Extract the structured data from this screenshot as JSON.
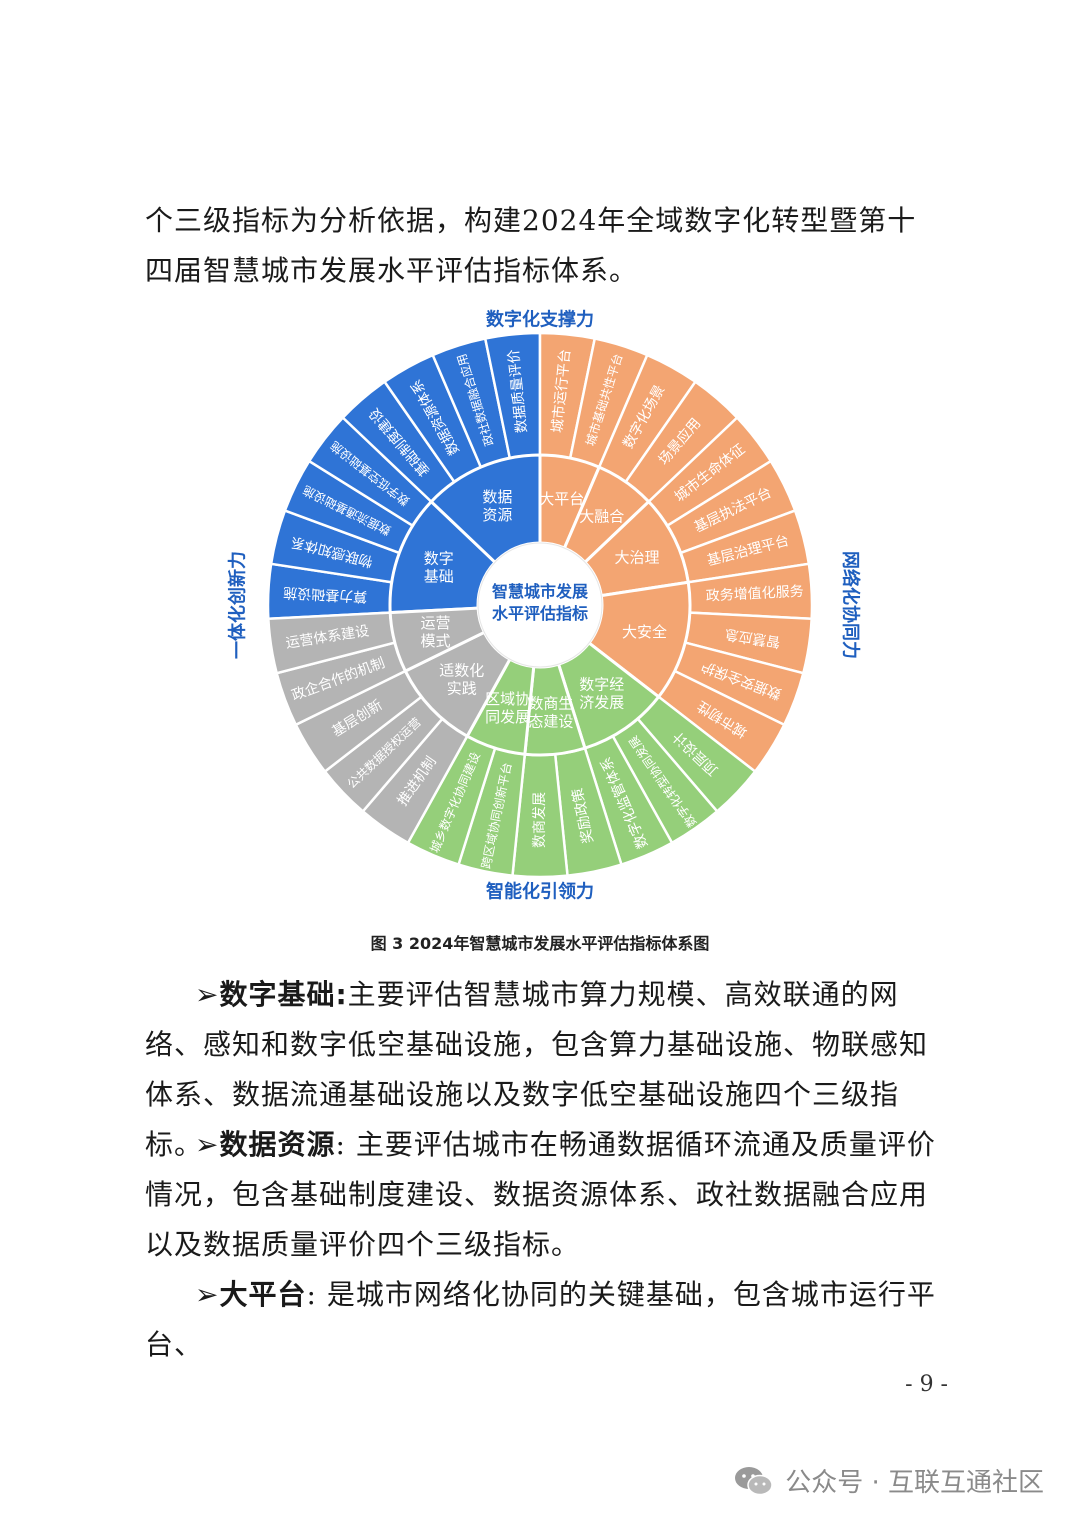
{
  "intro": "个三级指标为分析依据，构建2024年全域数字化转型暨第十四届智慧城市发展水平评估指标体系。",
  "diagram": {
    "center": [
      "智慧城市发展",
      "水平评估指标"
    ],
    "categories": {
      "top": "数字化支撑力",
      "right": "网络化协同力",
      "bottom": "智能化引领力",
      "left": "一体化创新力"
    },
    "colors": {
      "blue": "#2f74d6",
      "orange": "#f3a572",
      "green": "#95cf7a",
      "gray": "#b4b4b4",
      "category_text": "#1f5fbf"
    },
    "groups": [
      {
        "name": "数字基础",
        "color": "blue",
        "items": [
          "算力基础设施",
          "物联感知体系",
          "数据流通基础设施",
          "数字低空基础设施"
        ]
      },
      {
        "name": "数据资源",
        "color": "blue",
        "items": [
          "基础制度建设",
          "数据资源体系",
          "政社数据融合应用",
          "数据质量评价"
        ]
      },
      {
        "name": "大平台",
        "color": "orange",
        "items": [
          "城市运行平台",
          "城市基础共性平台"
        ]
      },
      {
        "name": "大融合",
        "color": "orange",
        "items": [
          "数字化场景",
          "场景应用"
        ]
      },
      {
        "name": "大治理",
        "color": "orange",
        "items": [
          "城市生命体征",
          "基层执法平台",
          "基层治理平台"
        ]
      },
      {
        "name": "大安全",
        "color": "orange",
        "items": [
          "政务增值化服务",
          "智慧应急",
          "数据安全保护",
          "城市韧性"
        ]
      },
      {
        "name": "数字经济发展",
        "color": "green",
        "items": [
          "顶层设计",
          "数字化转型协同发展",
          "数字化监管体系"
        ]
      },
      {
        "name": "数商生态建设",
        "color": "green",
        "items": [
          "奖励政策",
          "数商发展"
        ]
      },
      {
        "name": "区域协同发展",
        "color": "green",
        "items": [
          "跨区域协同创新平台",
          "城乡数字化协同建设"
        ]
      },
      {
        "name": "适数化实践",
        "color": "gray",
        "items": [
          "推进机制",
          "公共数据授权运营",
          "基层创新"
        ]
      },
      {
        "name": "运营模式",
        "color": "gray",
        "items": [
          "政企合作的机制",
          "运营体系建设"
        ]
      }
    ]
  },
  "caption": "图 3 2024年智慧城市发展水平评估指标体系图",
  "paragraphs": [
    {
      "bullet": "➢",
      "term": "数字基础:",
      "text": "主要评估智慧城市算力规模、高效联通的网络、感知和数字低空基础设施，包含算力基础设施、物联感知体系、数据流通基础设施以及数字低空基础设施四个三级指标。"
    },
    {
      "bullet": "➢",
      "term": "数据资源",
      "text": ": 主要评估城市在畅通数据循环流通及质量评价情况，包含基础制度建设、数据资源体系、政社数据融合应用以及数据质量评价四个三级指标。"
    },
    {
      "bullet": "➢",
      "term": "大平台",
      "text": ": 是城市网络化协同的关键基础，包含城市运行平台、"
    }
  ],
  "page_number": "- 9 -",
  "watermark": "公众号 · 互联互通社区"
}
